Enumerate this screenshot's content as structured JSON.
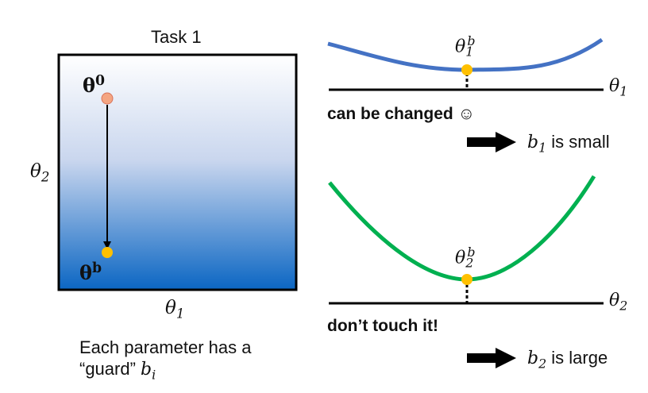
{
  "left_panel": {
    "title": "Task 1",
    "theta0_label": "θ",
    "theta0_sup": "0",
    "thetab_label": "θ",
    "thetab_sup": "b",
    "x_axis": "θ",
    "x_axis_sub": "1",
    "y_axis": "θ",
    "y_axis_sub": "2",
    "caption_line1": "Each parameter has a",
    "caption_line2_text": "“guard” ",
    "caption_line2_var": "b",
    "caption_line2_sub": "i"
  },
  "top_right": {
    "point_label": "θ",
    "point_sub": "1",
    "point_sup": "b",
    "axis_label": "θ",
    "axis_sub": "1",
    "note": "can be changed",
    "note_icon": "☺",
    "result_var": "b",
    "result_sub": "1",
    "result_text": " is small"
  },
  "bottom_right": {
    "point_label": "θ",
    "point_sub": "2",
    "point_sup": "b",
    "axis_label": "θ",
    "axis_sub": "2",
    "note": "don’t touch it!",
    "result_var": "b",
    "result_sub": "2",
    "result_text": " is large"
  },
  "colors": {
    "blue_curve": "#4472c4",
    "green_curve": "#00b050",
    "point_yellow": "#ffc000",
    "start_point": "#f4a582",
    "gradient_top": "#ffffff",
    "gradient_bottom": "#0b66c3"
  }
}
